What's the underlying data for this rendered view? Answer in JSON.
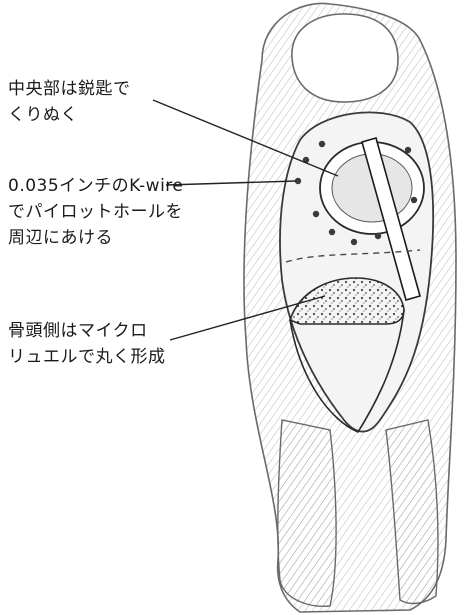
{
  "colors": {
    "line": "#222222",
    "sketch": "#6a6a6a",
    "shade": "#d9d9d9",
    "text": "#1a1a1a"
  },
  "labels": {
    "center_ream": {
      "line1": "中央部は鋭匙で",
      "line2": "くりぬく"
    },
    "kwire_holes": {
      "line1": "0.035インチのK-wire",
      "line2": "でパイロットホールを",
      "line3": "周辺にあける"
    },
    "head_shaping": {
      "line1": "骨頭側はマイクロ",
      "line2": "リュエルで丸く形成"
    }
  }
}
